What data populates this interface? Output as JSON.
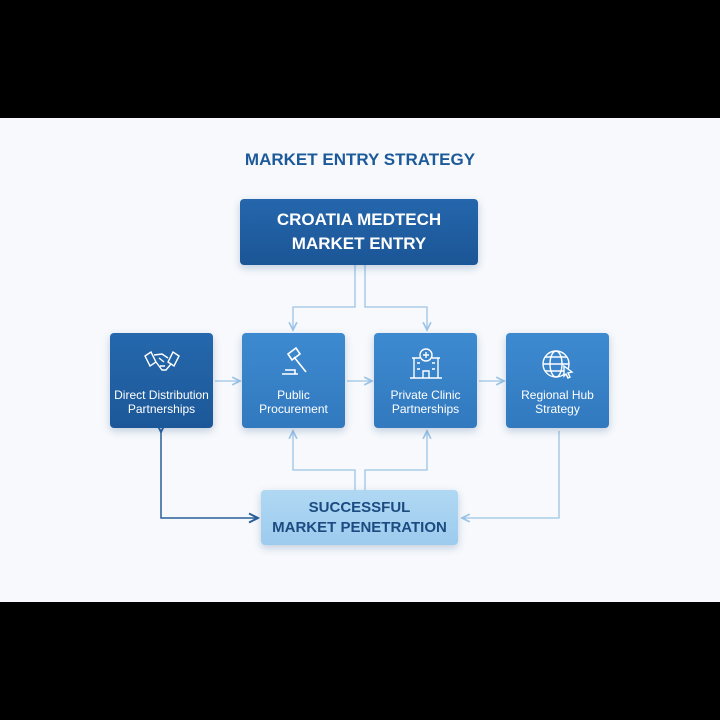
{
  "title": "MARKET ENTRY STRATEGY",
  "top_box": {
    "line1": "CROATIA MEDTECH",
    "line2": "MARKET ENTRY"
  },
  "steps": [
    {
      "line1": "Direct Distribution",
      "line2": "Partnerships",
      "icon": "handshake-icon"
    },
    {
      "line1": "Public",
      "line2": "Procurement",
      "icon": "gavel-icon"
    },
    {
      "line1": "Private Clinic",
      "line2": "Partnerships",
      "icon": "hospital-icon"
    },
    {
      "line1": "Regional Hub",
      "line2": "Strategy",
      "icon": "globe-cursor-icon"
    }
  ],
  "bottom_box": {
    "line1": "SUCCESSFUL",
    "line2": "MARKET PENETRATION"
  },
  "colors": {
    "dark_blue": "#1d5a9a",
    "mid_blue": "#3a86c8",
    "light_blue": "#a8d3f0",
    "connector": "#9cc4e6"
  }
}
